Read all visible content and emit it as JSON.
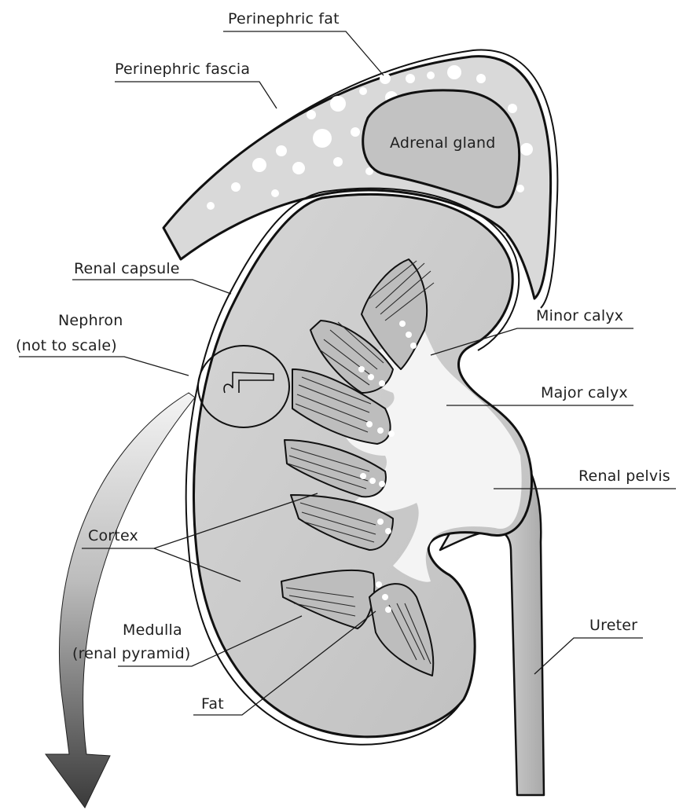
{
  "labels": {
    "perinephric_fat": "Perinephric fat",
    "perinephric_fascia": "Perinephric fascia",
    "adrenal_gland": "Adrenal gland",
    "renal_capsule": "Renal capsule",
    "nephron_line1": "Nephron",
    "nephron_line2": "(not to scale)",
    "minor_calyx": "Minor calyx",
    "major_calyx": "Major calyx",
    "renal_pelvis": "Renal pelvis",
    "cortex": "Cortex",
    "medulla_line1": "Medulla",
    "medulla_line2": "(renal pyramid)",
    "ureter": "Ureter",
    "fat": "Fat"
  },
  "colors": {
    "kidney_cortex": "#c9c9c9",
    "fat_region": "#d9d9d9",
    "adrenal": "#c2c2c2",
    "collecting_system": "#f4f4f4",
    "outline": "#111111",
    "arrow_light": "#f2f2f2",
    "arrow_dark": "#3a3a3a"
  }
}
